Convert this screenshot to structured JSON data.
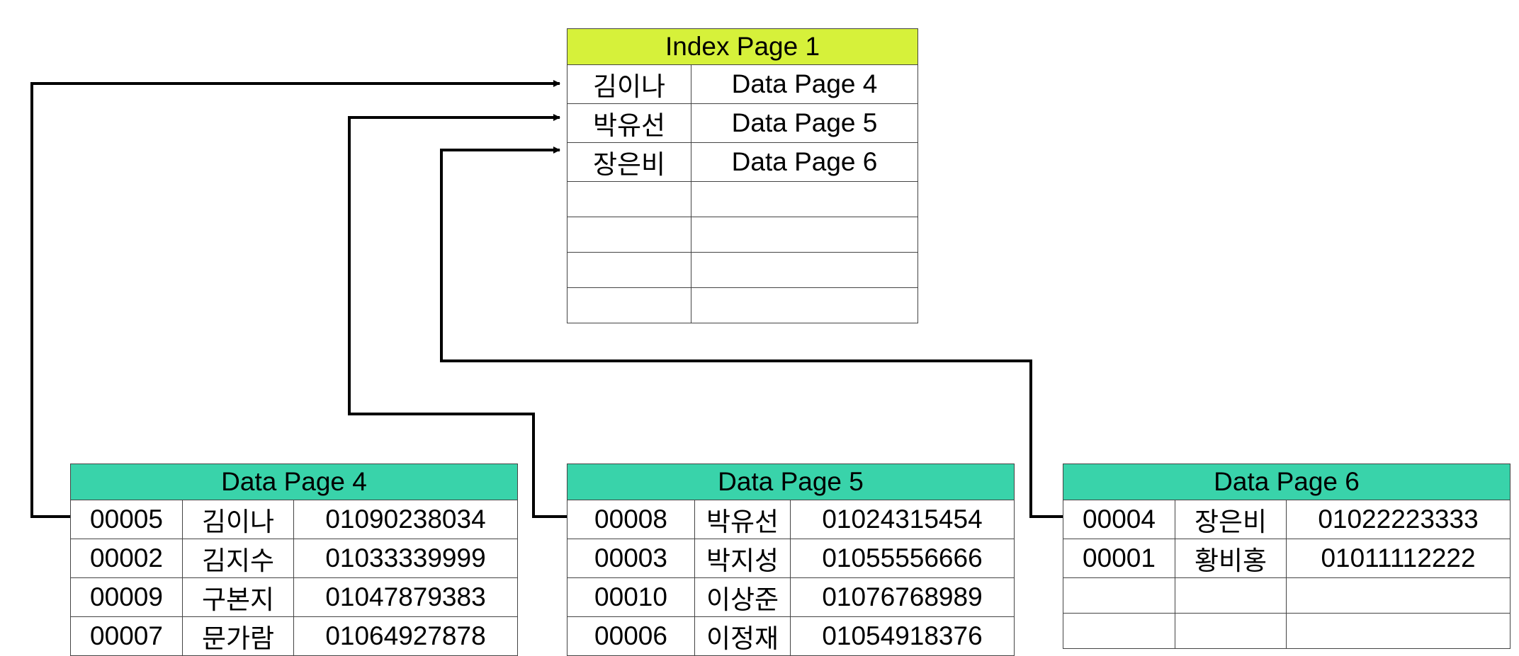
{
  "index_page": {
    "title": "Index Page 1",
    "rows": [
      {
        "key": "김이나",
        "pointer": "Data Page 4"
      },
      {
        "key": "박유선",
        "pointer": "Data Page 5"
      },
      {
        "key": "장은비",
        "pointer": "Data Page 6"
      },
      {
        "key": "",
        "pointer": ""
      },
      {
        "key": "",
        "pointer": ""
      },
      {
        "key": "",
        "pointer": ""
      },
      {
        "key": "",
        "pointer": ""
      }
    ]
  },
  "data_pages": [
    {
      "title": "Data Page 4",
      "rows": [
        {
          "id": "00005",
          "name": "김이나",
          "phone": "01090238034"
        },
        {
          "id": "00002",
          "name": "김지수",
          "phone": "01033339999"
        },
        {
          "id": "00009",
          "name": "구본지",
          "phone": "01047879383"
        },
        {
          "id": "00007",
          "name": "문가람",
          "phone": "01064927878"
        }
      ]
    },
    {
      "title": "Data Page 5",
      "rows": [
        {
          "id": "00008",
          "name": "박유선",
          "phone": "01024315454"
        },
        {
          "id": "00003",
          "name": "박지성",
          "phone": "01055556666"
        },
        {
          "id": "00010",
          "name": "이상준",
          "phone": "01076768989"
        },
        {
          "id": "00006",
          "name": "이정재",
          "phone": "01054918376"
        }
      ]
    },
    {
      "title": "Data Page 6",
      "rows": [
        {
          "id": "00004",
          "name": "장은비",
          "phone": "01022223333"
        },
        {
          "id": "00001",
          "name": "황비홍",
          "phone": "01011112222"
        },
        {
          "id": "",
          "name": "",
          "phone": ""
        },
        {
          "id": "",
          "name": "",
          "phone": ""
        }
      ]
    }
  ],
  "colors": {
    "index_header": "#d6f13a",
    "data_header": "#39d3aa",
    "line": "#000000"
  }
}
